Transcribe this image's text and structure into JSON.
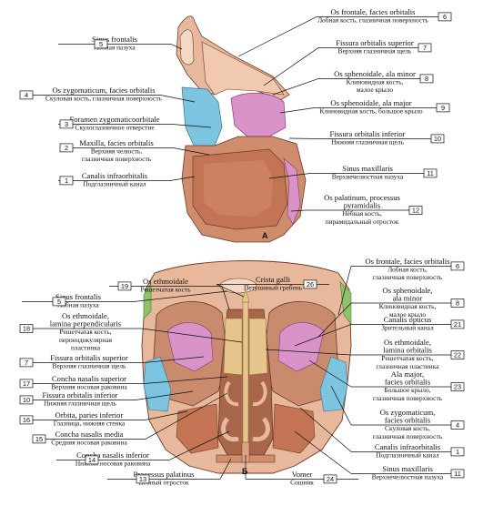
{
  "figure_a": {
    "letter": "А",
    "labels": [
      {
        "num": "5",
        "latin": [
          "Sinus frontalis"
        ],
        "russian": [
          "Лобная пазуха"
        ]
      },
      {
        "num": "4",
        "latin": [
          "Os zygomaticum, facies orbitalis"
        ],
        "russian": [
          "Скуловая кость, глазничная поверхность"
        ]
      },
      {
        "num": "3",
        "latin": [
          "Foramen zygomaticoorbitale"
        ],
        "russian": [
          "Скулоглазничное отверстие"
        ]
      },
      {
        "num": "2",
        "latin": [
          "Maxilla, facies orbitalis"
        ],
        "russian": [
          "Верхняя челюсть,",
          "глазничная поверхность"
        ]
      },
      {
        "num": "1",
        "latin": [
          "Canalis infraorbitalis"
        ],
        "russian": [
          "Подглазничный канал"
        ]
      },
      {
        "num": "6",
        "latin": [
          "Os frontale, facies orbitalis"
        ],
        "russian": [
          "Лобная кость, глазничная поверхность"
        ]
      },
      {
        "num": "7",
        "latin": [
          "Fissura orbitalis superior"
        ],
        "russian": [
          "Верхняя глазничная щель"
        ]
      },
      {
        "num": "8",
        "latin": [
          "Os sphenoidale, ala minor"
        ],
        "russian": [
          "Клиновидная кость,",
          "малое крыло"
        ]
      },
      {
        "num": "9",
        "latin": [
          "Os sphenoidale, ala major"
        ],
        "russian": [
          "Клиновидная кость, большое крыло"
        ]
      },
      {
        "num": "10",
        "latin": [
          "Fissura orbitalis inferior"
        ],
        "russian": [
          "Нижняя глазничная щель"
        ]
      },
      {
        "num": "11",
        "latin": [
          "Sinus maxillaris"
        ],
        "russian": [
          "Верхнечелюстная пазуха"
        ]
      },
      {
        "num": "12",
        "latin": [
          "Os palatinum, processus",
          "pyramidalis"
        ],
        "russian": [
          "Нёбная кость,",
          "пирамидальный отросток"
        ]
      }
    ]
  },
  "figure_b": {
    "letter": "Б",
    "labels": [
      {
        "num": "19",
        "latin": [
          "Os ethmoidale"
        ],
        "russian": [
          "Решетчатая кость"
        ]
      },
      {
        "num": "26",
        "latin": [
          "Crista galli"
        ],
        "russian": [
          "Петушиный гребень"
        ]
      },
      {
        "num": "5",
        "latin": [
          "Sinus frontalis"
        ],
        "russian": [
          "Лобная пазуха"
        ]
      },
      {
        "num": "18",
        "latin": [
          "Os ethmoidale,",
          "lamina perpendicularis"
        ],
        "russian": [
          "Решетчатая кость,",
          "перпендикулярная",
          "пластинка"
        ]
      },
      {
        "num": "7",
        "latin": [
          "Fissura orbitalis superior"
        ],
        "russian": [
          "Верхняя глазничная щель"
        ]
      },
      {
        "num": "17",
        "latin": [
          "Concha nasalis superior"
        ],
        "russian": [
          "Верхняя носовая раковина"
        ]
      },
      {
        "num": "10",
        "latin": [
          "Fissura orbitalis inferior"
        ],
        "russian": [
          "Нижняя глазничная щель"
        ]
      },
      {
        "num": "16",
        "latin": [
          "Orbita, paries inferior"
        ],
        "russian": [
          "Глазница, нижняя стенка"
        ]
      },
      {
        "num": "15",
        "latin": [
          "Concha nasalis media"
        ],
        "russian": [
          "Средняя носовая раковина"
        ]
      },
      {
        "num": "14",
        "latin": [
          "Concha nasalis inferior"
        ],
        "russian": [
          "Нижняя носовая раковина"
        ]
      },
      {
        "num": "13",
        "latin": [
          "Processus palatinus"
        ],
        "russian": [
          "Нёбный отросток"
        ]
      },
      {
        "num": "6",
        "latin": [
          "Os frontale, facies orbitalis"
        ],
        "russian": [
          "Лобная кость,",
          "глазничная поверхность"
        ]
      },
      {
        "num": "8",
        "latin": [
          "Os sphenoidale,",
          "ala minor"
        ],
        "russian": [
          "Клиновидная кость,",
          "малое крыло"
        ]
      },
      {
        "num": "21",
        "latin": [
          "Canalis opticus"
        ],
        "russian": [
          "Зрительный канал"
        ]
      },
      {
        "num": "22",
        "latin": [
          "Os ethmoidale,",
          "lamina orbitalis"
        ],
        "russian": [
          "Решетчатая кость,",
          "глазничная пластинка"
        ]
      },
      {
        "num": "23",
        "latin": [
          "Ala major,",
          "facies orbitalis"
        ],
        "russian": [
          "Большое крыло,",
          "глазничная поверхность"
        ]
      },
      {
        "num": "4",
        "latin": [
          "Os zygomaticum,",
          "facies orbitalis"
        ],
        "russian": [
          "Скуловая кость,",
          "глазничная поверхность"
        ]
      },
      {
        "num": "1",
        "latin": [
          "Canalis infraorbitalis"
        ],
        "russian": [
          "Подглазничный канал"
        ]
      },
      {
        "num": "11",
        "latin": [
          "Sinus maxillaris"
        ],
        "russian": [
          "Верхнечелюстная пазуха"
        ]
      },
      {
        "num": "24",
        "latin": [
          "Vomer"
        ],
        "russian": [
          "Сошник"
        ]
      }
    ]
  },
  "colors": {
    "bone": "#e8b89c",
    "bone_dark": "#c98a6e",
    "maxilla": "#cf8d6d",
    "sinus": "#c27455",
    "zygomatic": "#7cc4e0",
    "sphenoid": "#d993c8",
    "ethmoid": "#e6c58d",
    "frontal_green": "#8fc36a",
    "outline": "#6b3a26"
  }
}
